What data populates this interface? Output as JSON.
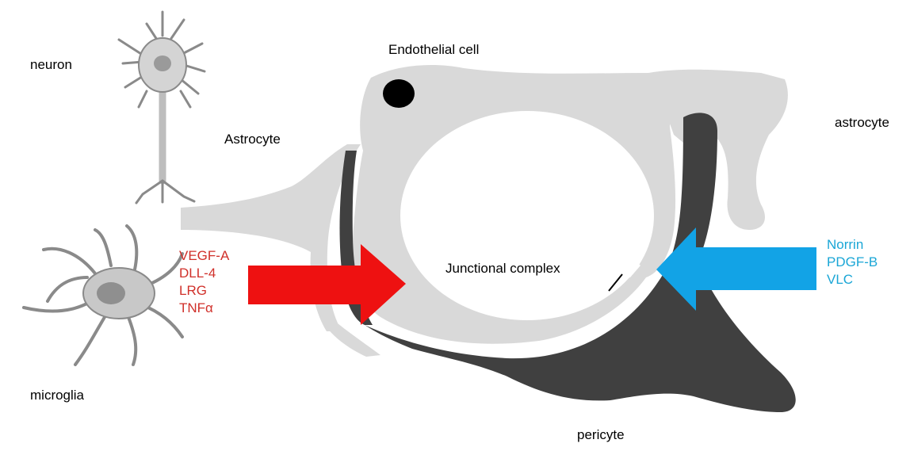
{
  "labels": {
    "neuron": "neuron",
    "astrocyte_left": "Astrocyte",
    "endothelial": "Endothelial cell",
    "astrocyte_right": "astrocyte",
    "microglia": "microglia",
    "junctional": "Junctional complex",
    "pericyte": "pericyte"
  },
  "left_factors": [
    "VEGF-A",
    "DLL-4",
    "LRG",
    "TNFα"
  ],
  "right_factors": [
    "Norrin",
    "PDGF-B",
    "VLC"
  ],
  "colors": {
    "astrocyte_gray": "#d9d9d9",
    "pericyte_dark": "#404040",
    "left_arrow": "#ee1111",
    "right_arrow": "#12a3e6",
    "left_text": "#d0302a",
    "right_text": "#1aa6d6"
  }
}
